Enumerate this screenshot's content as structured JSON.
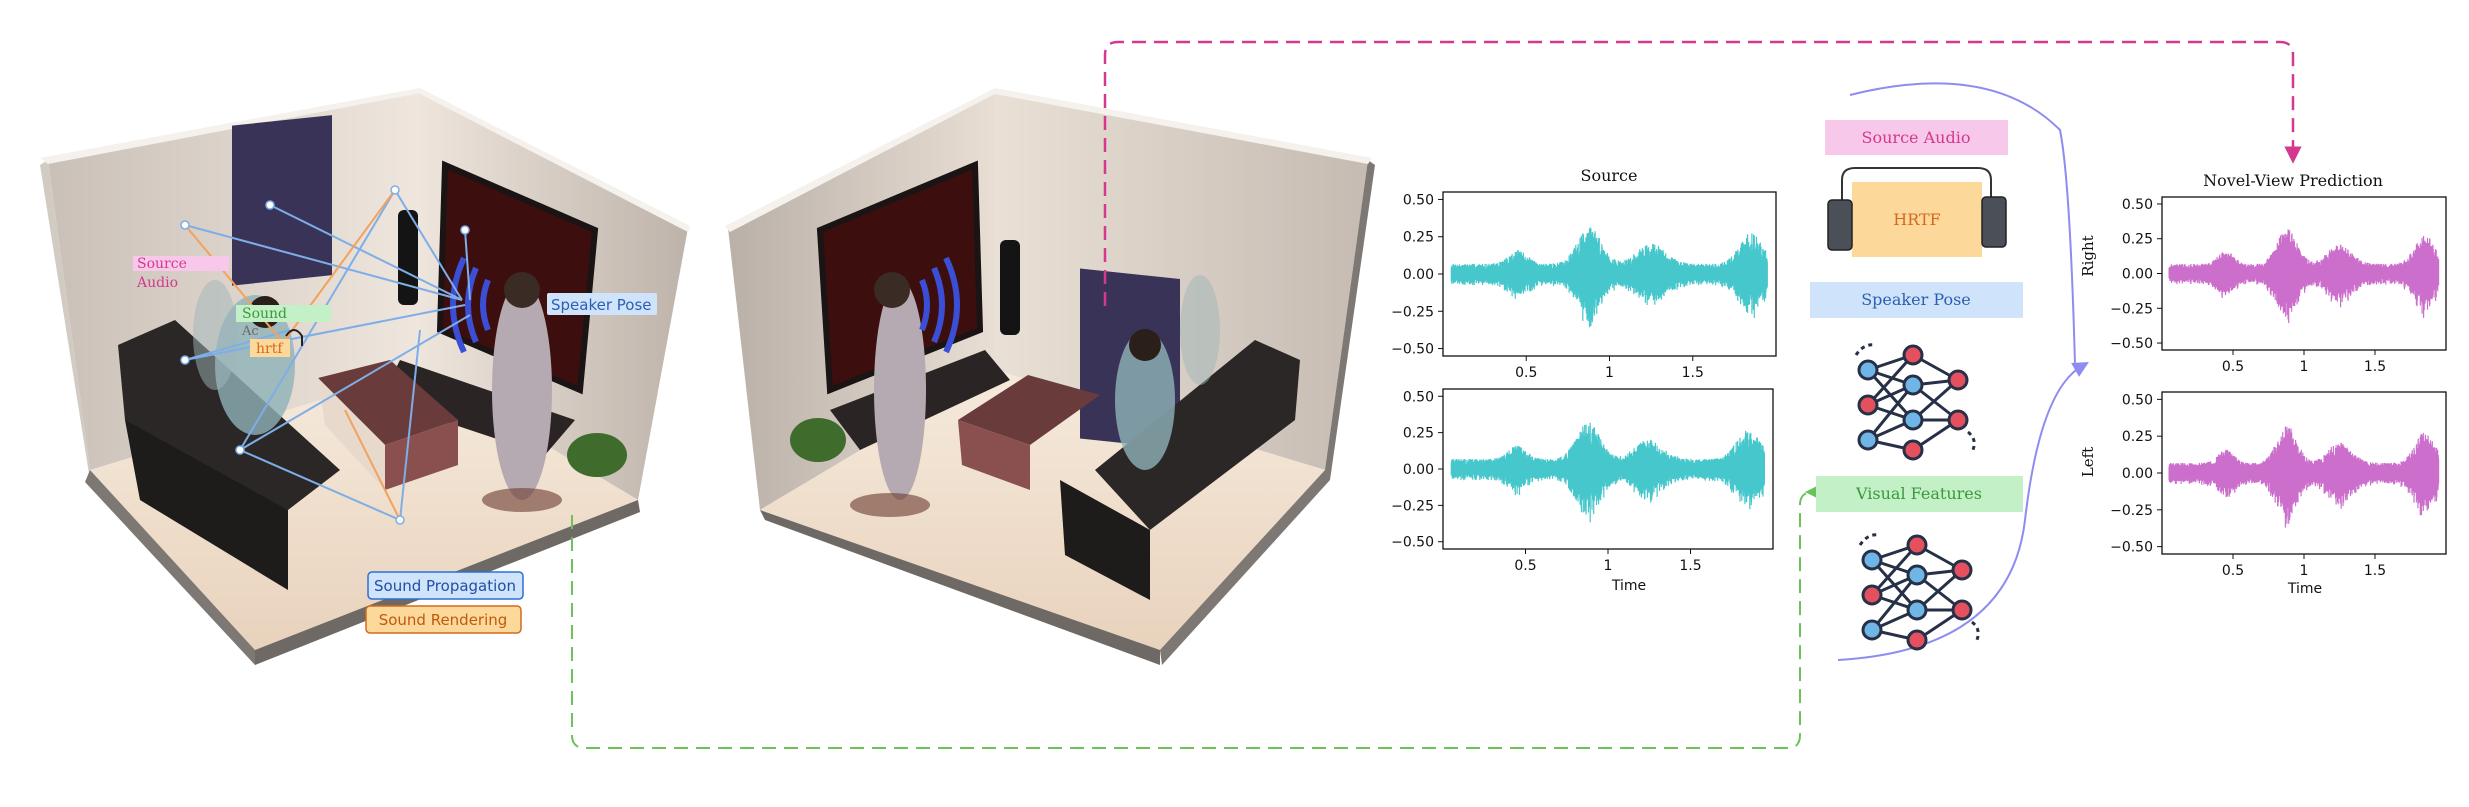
{
  "scene_left": {
    "labels": {
      "source_audio_line1": "Source",
      "source_audio_line2": "Audio",
      "sound": "Sound",
      "sound_sub": "Ac",
      "hrtf": "hrtf",
      "speaker_pose": "Speaker Pose",
      "sound_propagation": "Sound Propagation",
      "sound_rendering": "Sound Rendering"
    }
  },
  "plots": {
    "source_title": "Source",
    "time_label": "Time",
    "novel_title": "Novel-View Prediction",
    "right_label": "Right",
    "left_label": "Left",
    "yticks": [
      "0.50",
      "0.25",
      "0.00",
      "−0.25",
      "−0.50"
    ],
    "xticks": [
      "0.5",
      "1",
      "1.5"
    ]
  },
  "pipeline": {
    "source_audio": "Source Audio",
    "hrtf": "HRTF",
    "speaker_pose": "Speaker Pose",
    "visual_features": "Visual Features"
  },
  "colors": {
    "source_wave": "#45c7cc",
    "pred_wave": "#cc6fcc",
    "magenta_arrow": "#d4388f",
    "green_arrow": "#6cc25a",
    "purple_arrow": "#8f8cf0",
    "source_audio_bg": "#f8c8ea",
    "hrtf_bg": "#fcd89a",
    "speaker_pose_bg": "#cfe3fa",
    "visual_features_bg": "#c3f0c6"
  },
  "chart_data": [
    {
      "type": "line",
      "title": "Source",
      "xlabel": "",
      "ylabel": "",
      "ylim": [
        -0.55,
        0.55
      ],
      "xlim": [
        0,
        2
      ],
      "description_series": "source waveform (upper)"
    },
    {
      "type": "line",
      "title": "",
      "xlabel": "Time",
      "ylabel": "",
      "ylim": [
        -0.55,
        0.55
      ],
      "xlim": [
        0,
        2
      ]
    },
    {
      "type": "line",
      "title": "Novel-View Prediction",
      "xlabel": "",
      "ylabel": "Right",
      "ylim": [
        -0.55,
        0.55
      ],
      "xlim": [
        0,
        2
      ]
    },
    {
      "type": "line",
      "title": "",
      "xlabel": "Time",
      "ylabel": "Left",
      "ylim": [
        -0.55,
        0.55
      ],
      "xlim": [
        0,
        2
      ]
    }
  ]
}
